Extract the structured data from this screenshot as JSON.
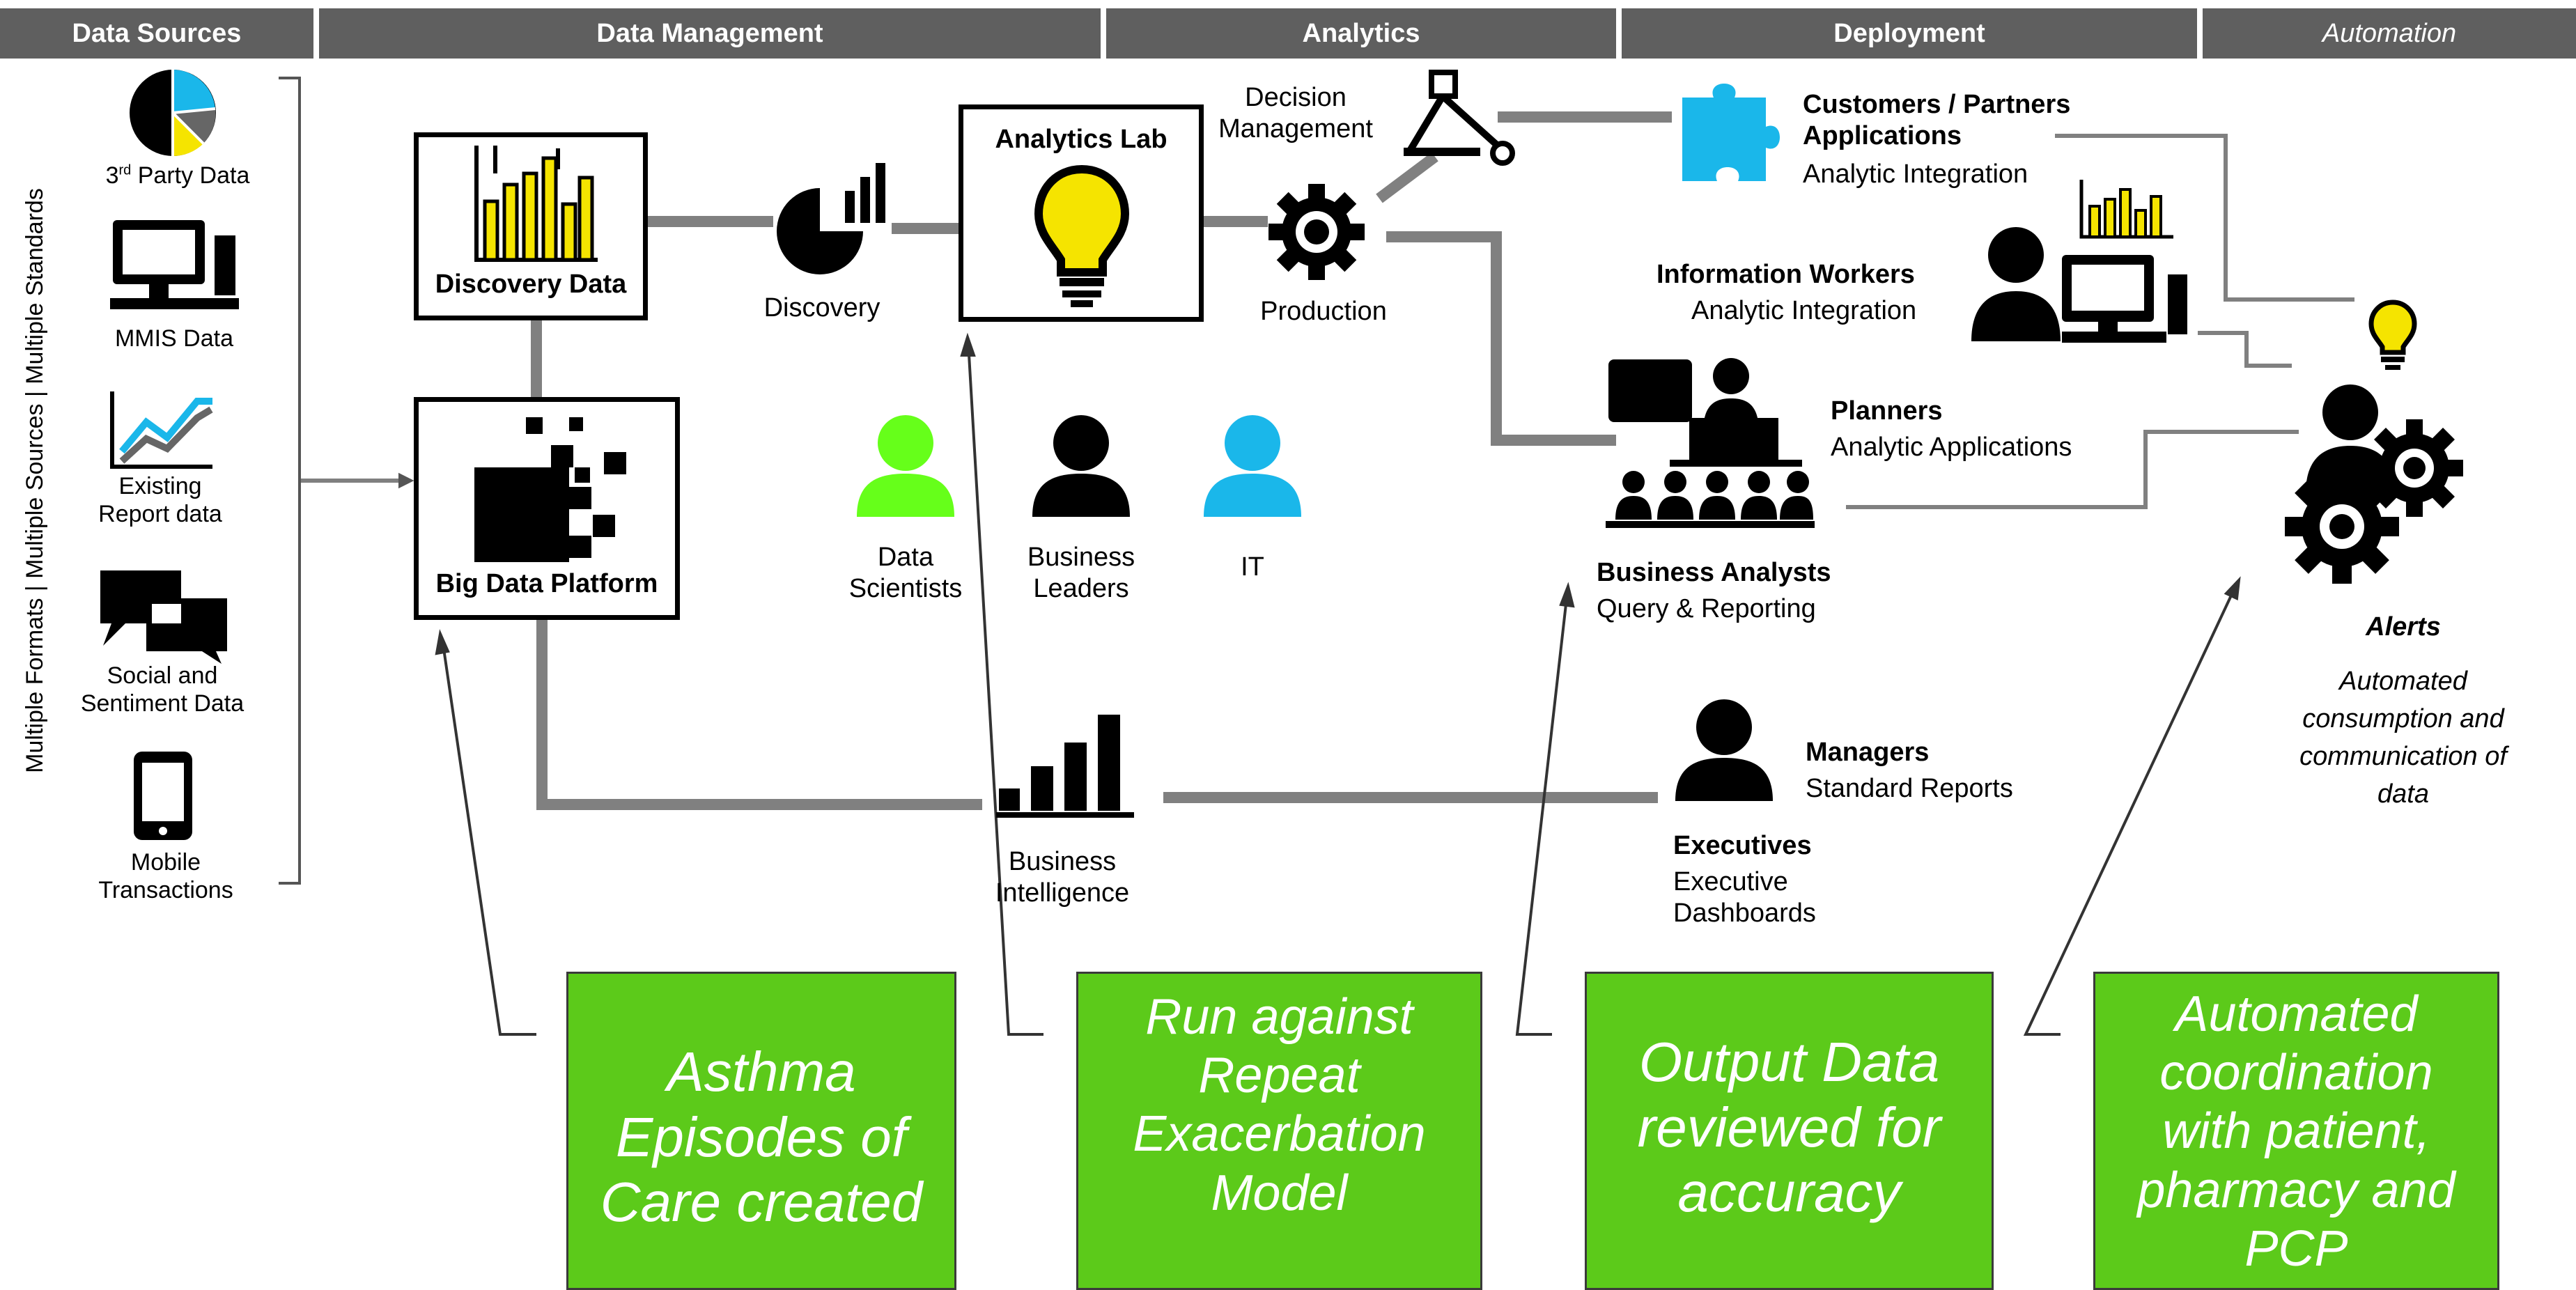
{
  "headers": {
    "data_sources": "Data Sources",
    "data_management": "Data Management",
    "analytics": "Analytics",
    "deployment": "Deployment",
    "automation": "Automation"
  },
  "side_label": "Multiple Formats | Multiple Sources | Multiple Standards",
  "sources": {
    "third_party_sup": "rd",
    "third_party_pre": "3",
    "third_party_post": " Party Data",
    "mmis": "MMIS Data",
    "existing_line1": "Existing",
    "existing_line2": "Report data",
    "social_line1": "Social and",
    "social_line2": "Sentiment Data",
    "mobile_line1": "Mobile",
    "mobile_line2": "Transactions"
  },
  "nodes": {
    "discovery_data": "Discovery Data",
    "big_data_platform": "Big Data Platform",
    "discovery": "Discovery",
    "analytics_lab": "Analytics Lab",
    "decision_line1": "Decision",
    "decision_line2": "Management",
    "production": "Production",
    "bi_line1": "Business",
    "bi_line2": "Intelligence"
  },
  "people": {
    "data_scientists_line1": "Data",
    "data_scientists_line2": "Scientists",
    "business_leaders_line1": "Business",
    "business_leaders_line2": "Leaders",
    "it": "IT"
  },
  "deployment": {
    "customers_title_line1": "Customers / Partners",
    "customers_title_line2": "Applications",
    "customers_sub": "Analytic Integration",
    "info_workers_title": "Information Workers",
    "info_workers_sub": "Analytic Integration",
    "planners_title": "Planners",
    "planners_sub": "Analytic Applications",
    "analysts_title": "Business Analysts",
    "analysts_sub": "Query & Reporting",
    "managers_title": "Managers",
    "managers_sub": "Standard Reports",
    "executives_title": "Executives",
    "executives_sub_line1": "Executive",
    "executives_sub_line2": "Dashboards"
  },
  "automation": {
    "alerts": "Alerts",
    "desc_line1": "Automated",
    "desc_line2": "consumption and",
    "desc_line3": "communication of",
    "desc_line4": "data"
  },
  "callouts": {
    "asthma": [
      "Asthma",
      "Episodes of",
      "Care created"
    ],
    "run": [
      "Run against",
      "Repeat",
      "Exacerbation",
      "Model"
    ],
    "output": [
      "Output Data",
      "reviewed for",
      "accuracy"
    ],
    "automated": [
      "Automated",
      "coordination",
      "with patient,",
      "pharmacy and",
      "PCP"
    ]
  },
  "colors": {
    "header_bg": "#5f5f5f",
    "callout_green": "#5cca1a",
    "icon_yellow": "#f5e400",
    "icon_cyan": "#1ab7ea",
    "person_green": "#66ff1a",
    "connector_gray": "#808080"
  }
}
